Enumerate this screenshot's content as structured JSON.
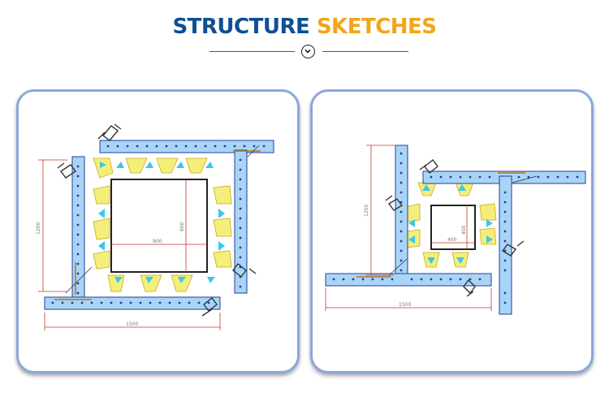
{
  "header": {
    "title_part1": "STRUCTURE",
    "title_part2": "SKETCHES"
  },
  "colors": {
    "title_blue": "#0d4f96",
    "title_orange": "#f2a51a",
    "panel_border": "#8aa8dc",
    "beam_fill": "#a9d4f5",
    "beam_stroke": "#1f3fa0",
    "bracket_yellow": "#f3ef7a",
    "dimension_red": "#c0392b"
  },
  "sketches": [
    {
      "dim_height": "1200",
      "dim_width": "1500",
      "inner_width": "900",
      "inner_height": "600"
    },
    {
      "dim_height": "1200",
      "dim_width": "1500",
      "inner_width": "400",
      "inner_height": "400"
    }
  ]
}
